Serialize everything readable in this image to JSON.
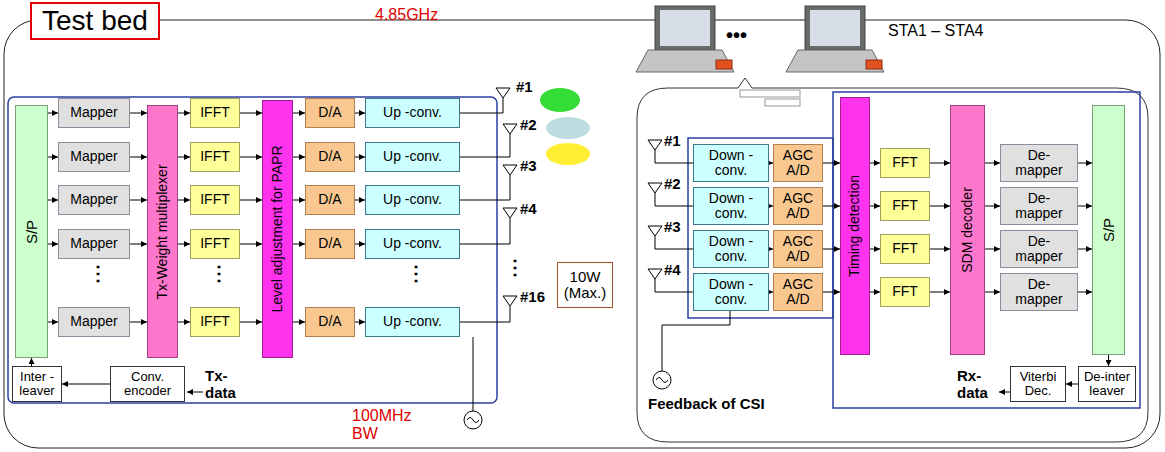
{
  "diagram": {
    "title": "Test bed",
    "nodes": [
      {
        "text": [
          "S/P"
        ]
      },
      {
        "text": [
          "Mapper"
        ]
      },
      {
        "text": [
          "Mapper"
        ]
      },
      {
        "text": [
          "Mapper"
        ]
      },
      {
        "text": [
          "Mapper"
        ]
      },
      {
        "text": [
          "Mapper"
        ]
      },
      {
        "text": [
          "Tx-Weight multiplexer"
        ]
      },
      {
        "text": [
          "IFFT"
        ]
      },
      {
        "text": [
          "IFFT"
        ]
      },
      {
        "text": [
          "IFFT"
        ]
      },
      {
        "text": [
          "IFFT"
        ]
      },
      {
        "text": [
          "IFFT"
        ]
      },
      {
        "text": [
          "Level adjustment for PAPR"
        ]
      },
      {
        "text": [
          "D/A"
        ]
      },
      {
        "text": [
          "D/A"
        ]
      },
      {
        "text": [
          "D/A"
        ]
      },
      {
        "text": [
          "D/A"
        ]
      },
      {
        "text": [
          "D/A"
        ]
      },
      {
        "text": [
          "Up -conv."
        ]
      },
      {
        "text": [
          "Up -conv."
        ]
      },
      {
        "text": [
          "Up -conv."
        ]
      },
      {
        "text": [
          "Up -conv."
        ]
      },
      {
        "text": [
          "Up -conv."
        ]
      },
      {
        "text": [
          "Inter - leaver"
        ]
      },
      {
        "text": [
          "Conv. encoder"
        ]
      },
      {
        "text": [
          "10W (Max.)"
        ]
      },
      {
        "text": [
          "Down -conv."
        ]
      },
      {
        "text": [
          "Down -conv."
        ]
      },
      {
        "text": [
          "Down -conv."
        ]
      },
      {
        "text": [
          "Down -conv."
        ]
      },
      {
        "text": [
          "AGC A/D"
        ]
      },
      {
        "text": [
          "AGC A/D"
        ]
      },
      {
        "text": [
          "AGC A/D"
        ]
      },
      {
        "text": [
          "AGC A/D"
        ]
      },
      {
        "text": [
          "Timing detection"
        ]
      },
      {
        "text": [
          "FFT"
        ]
      },
      {
        "text": [
          "FFT"
        ]
      },
      {
        "text": [
          "FFT"
        ]
      },
      {
        "text": [
          "FFT"
        ]
      },
      {
        "text": [
          "SDM decoder"
        ]
      },
      {
        "text": [
          "De- mapper"
        ]
      },
      {
        "text": [
          "De- mapper"
        ]
      },
      {
        "text": [
          "De- mapper"
        ]
      },
      {
        "text": [
          "De- mapper"
        ]
      },
      {
        "text": [
          "S/P"
        ]
      },
      {
        "text": [
          "Viterbi Dec."
        ]
      },
      {
        "text": [
          "De-inter leaver"
        ]
      }
    ],
    "edges": [
      {
        "from": 0,
        "to": 1,
        "arrow": "to"
      },
      {
        "from": 0,
        "to": 2,
        "arrow": "to"
      },
      {
        "from": 0,
        "to": 3,
        "arrow": "to"
      },
      {
        "from": 0,
        "to": 4,
        "arrow": "to"
      },
      {
        "from": 0,
        "to": 5,
        "arrow": "to"
      },
      {
        "from": 1,
        "to": 6,
        "arrow": "to"
      },
      {
        "from": 2,
        "to": 6,
        "arrow": "to"
      },
      {
        "from": 3,
        "to": 6,
        "arrow": "to"
      },
      {
        "from": 4,
        "to": 6,
        "arrow": "to"
      },
      {
        "from": 5,
        "to": 6,
        "arrow": "to"
      },
      {
        "from": 6,
        "to": 7,
        "arrow": "to"
      },
      {
        "from": 6,
        "to": 8,
        "arrow": "to"
      },
      {
        "from": 6,
        "to": 9,
        "arrow": "to"
      },
      {
        "from": 6,
        "to": 10,
        "arrow": "to"
      },
      {
        "from": 6,
        "to": 11,
        "arrow": "to"
      },
      {
        "from": 7,
        "to": 12,
        "arrow": "to"
      },
      {
        "from": 8,
        "to": 12,
        "arrow": "to"
      },
      {
        "from": 9,
        "to": 12,
        "arrow": "to"
      },
      {
        "from": 10,
        "to": 12,
        "arrow": "to"
      },
      {
        "from": 11,
        "to": 12,
        "arrow": "to"
      },
      {
        "from": 12,
        "to": 13,
        "arrow": "to"
      },
      {
        "from": 12,
        "to": 14,
        "arrow": "to"
      },
      {
        "from": 12,
        "to": 15,
        "arrow": "to"
      },
      {
        "from": 12,
        "to": 16,
        "arrow": "to"
      },
      {
        "from": 12,
        "to": 17,
        "arrow": "to"
      },
      {
        "from": 13,
        "to": 18,
        "arrow": "to"
      },
      {
        "from": 14,
        "to": 19,
        "arrow": "to"
      },
      {
        "from": 15,
        "to": 20,
        "arrow": "to"
      },
      {
        "from": 16,
        "to": 21,
        "arrow": "to"
      },
      {
        "from": 17,
        "to": 22,
        "arrow": "to"
      },
      {
        "from": 24,
        "to": 23,
        "arrow": "to"
      },
      {
        "from": 23,
        "to": 0,
        "arrow": "to"
      },
      {
        "from": 26,
        "to": 30,
        "arrow": "to"
      },
      {
        "from": 27,
        "to": 31,
        "arrow": "to"
      },
      {
        "from": 28,
        "to": 32,
        "arrow": "to"
      },
      {
        "from": 29,
        "to": 33,
        "arrow": "to"
      },
      {
        "from": 30,
        "to": 34,
        "arrow": "to"
      },
      {
        "from": 31,
        "to": 34,
        "arrow": "to"
      },
      {
        "from": 32,
        "to": 34,
        "arrow": "to"
      },
      {
        "from": 33,
        "to": 34,
        "arrow": "to"
      },
      {
        "from": 34,
        "to": 35,
        "arrow": "to"
      },
      {
        "from": 34,
        "to": 36,
        "arrow": "to"
      },
      {
        "from": 34,
        "to": 37,
        "arrow": "to"
      },
      {
        "from": 34,
        "to": 38,
        "arrow": "to"
      },
      {
        "from": 35,
        "to": 39,
        "arrow": "to"
      },
      {
        "from": 36,
        "to": 39,
        "arrow": "to"
      },
      {
        "from": 37,
        "to": 39,
        "arrow": "to"
      },
      {
        "from": 38,
        "to": 39,
        "arrow": "to"
      },
      {
        "from": 39,
        "to": 40,
        "arrow": "to"
      },
      {
        "from": 39,
        "to": 41,
        "arrow": "to"
      },
      {
        "from": 39,
        "to": 42,
        "arrow": "to"
      },
      {
        "from": 39,
        "to": 43,
        "arrow": "to"
      },
      {
        "from": 40,
        "to": 44,
        "arrow": "to"
      },
      {
        "from": 41,
        "to": 44,
        "arrow": "to"
      },
      {
        "from": 42,
        "to": 44,
        "arrow": "to"
      },
      {
        "from": 43,
        "to": 44,
        "arrow": "to"
      },
      {
        "from": 44,
        "to": 46,
        "arrow": "to"
      },
      {
        "from": 46,
        "to": 45,
        "arrow": "to"
      }
    ],
    "labels": [
      "4.85GHz",
      "STA1 – STA4",
      "•••",
      "#1",
      "#2",
      "#3",
      "#4",
      "#16",
      "⋮",
      "⋮",
      "⋮",
      "⋮",
      "Tx- data",
      "100MHz BW",
      "#1",
      "#2",
      "#3",
      "#4",
      "Feedback of CSI",
      "Rx- data"
    ]
  }
}
